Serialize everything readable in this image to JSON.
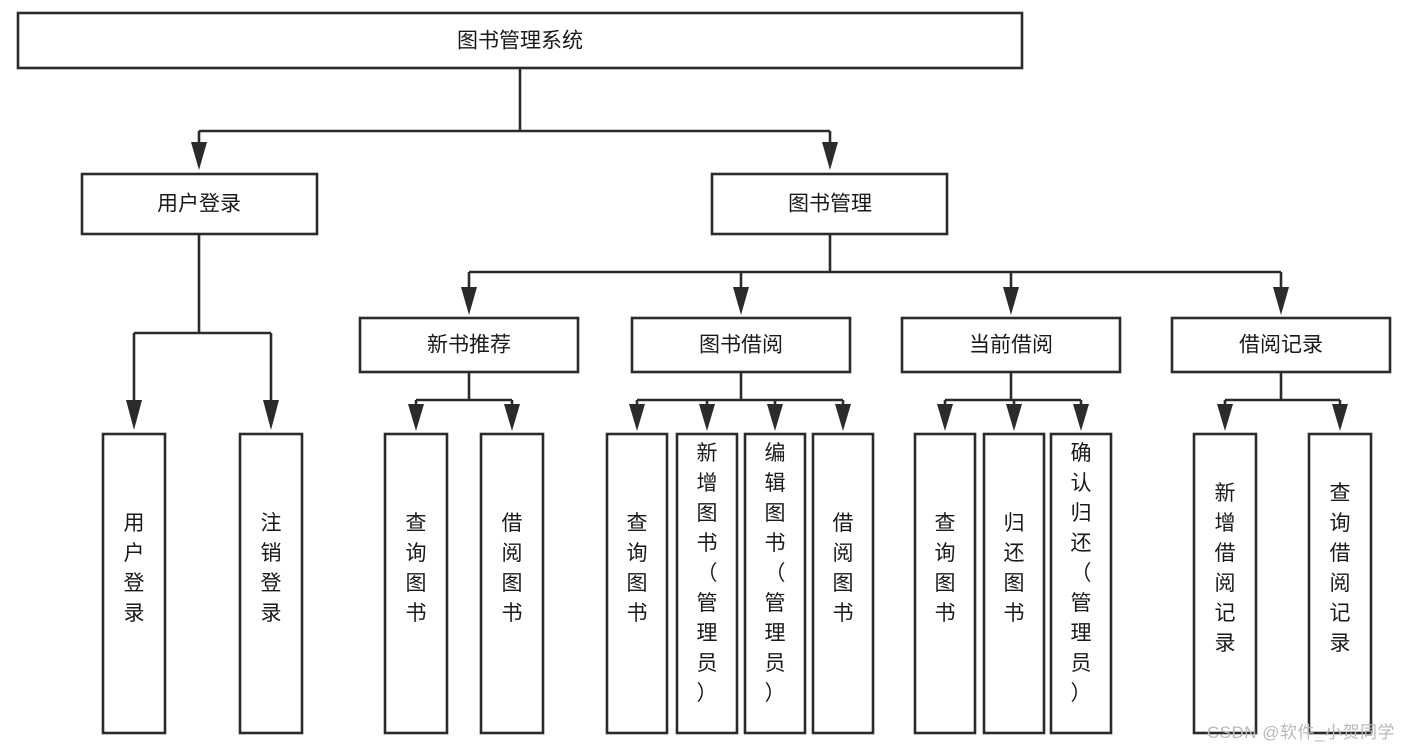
{
  "diagram": {
    "type": "tree",
    "title": "图书管理系统",
    "orientation": "top-down",
    "watermark": "CSDN @软件_小贺同学",
    "colors": {
      "box_fill": "#ffffff",
      "box_stroke": "#2b2b2b",
      "text": "#1a1a1a",
      "watermark": "#b9b9b9"
    },
    "root": {
      "label": "图书管理系统"
    },
    "level2": [
      {
        "label": "用户登录"
      },
      {
        "label": "图书管理"
      }
    ],
    "level3": [
      {
        "label": "新书推荐"
      },
      {
        "label": "图书借阅"
      },
      {
        "label": "当前借阅"
      },
      {
        "label": "借阅记录"
      }
    ],
    "leaves": [
      {
        "label": "用户登录",
        "parent": "用户登录"
      },
      {
        "label": "注销登录",
        "parent": "用户登录"
      },
      {
        "label": "查询图书",
        "parent": "新书推荐"
      },
      {
        "label": "借阅图书",
        "parent": "新书推荐"
      },
      {
        "label": "查询图书",
        "parent": "图书借阅"
      },
      {
        "label": "新增图书（管理员）",
        "parent": "图书借阅"
      },
      {
        "label": "编辑图书（管理员）",
        "parent": "图书借阅"
      },
      {
        "label": "借阅图书",
        "parent": "图书借阅"
      },
      {
        "label": "查询图书",
        "parent": "当前借阅"
      },
      {
        "label": "归还图书",
        "parent": "当前借阅"
      },
      {
        "label": "确认归还（管理员）",
        "parent": "当前借阅"
      },
      {
        "label": "新增借阅记录",
        "parent": "借阅记录"
      },
      {
        "label": "查询借阅记录",
        "parent": "借阅记录"
      }
    ]
  }
}
